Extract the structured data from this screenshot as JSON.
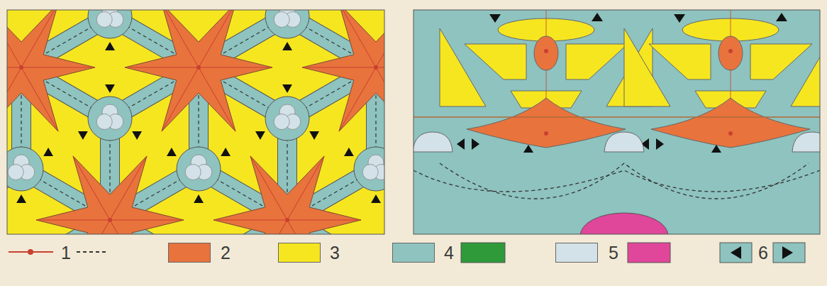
{
  "diagram": {
    "legend": [
      {
        "text": "1"
      },
      {
        "text": "2",
        "color": "#e8733d"
      },
      {
        "text": "3",
        "color": "#f6e620"
      },
      {
        "text": "4",
        "color": "#8ec3bf"
      },
      {
        "text": "5",
        "color": "#d3e2e8"
      },
      {
        "text": "6"
      }
    ]
  }
}
